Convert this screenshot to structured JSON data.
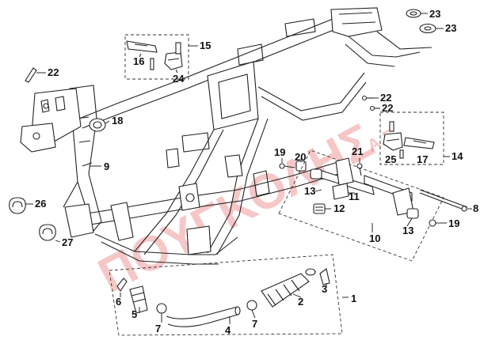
{
  "watermark": {
    "text": "ΠΟΥΓΚΟΛΗΣ",
    "suffix": "Α.Ε.",
    "color": "#e23b3b"
  },
  "callouts": {
    "c1": "1",
    "c2": "2",
    "c3": "3",
    "c4": "4",
    "c5": "5",
    "c6": "6",
    "c7a": "7",
    "c7b": "7",
    "c8": "8",
    "c9": "9",
    "c10": "10",
    "c11": "11",
    "c12": "12",
    "c13a": "13",
    "c13b": "13",
    "c14": "14",
    "c15": "15",
    "c16": "16",
    "c17": "17",
    "c18": "18",
    "c19a": "19",
    "c19b": "19",
    "c20": "20",
    "c21": "21",
    "c22a": "22",
    "c22b": "22",
    "c22c": "22",
    "c23a": "23",
    "c23b": "23",
    "c24": "24",
    "c25": "25",
    "c26": "26",
    "c27": "27"
  }
}
